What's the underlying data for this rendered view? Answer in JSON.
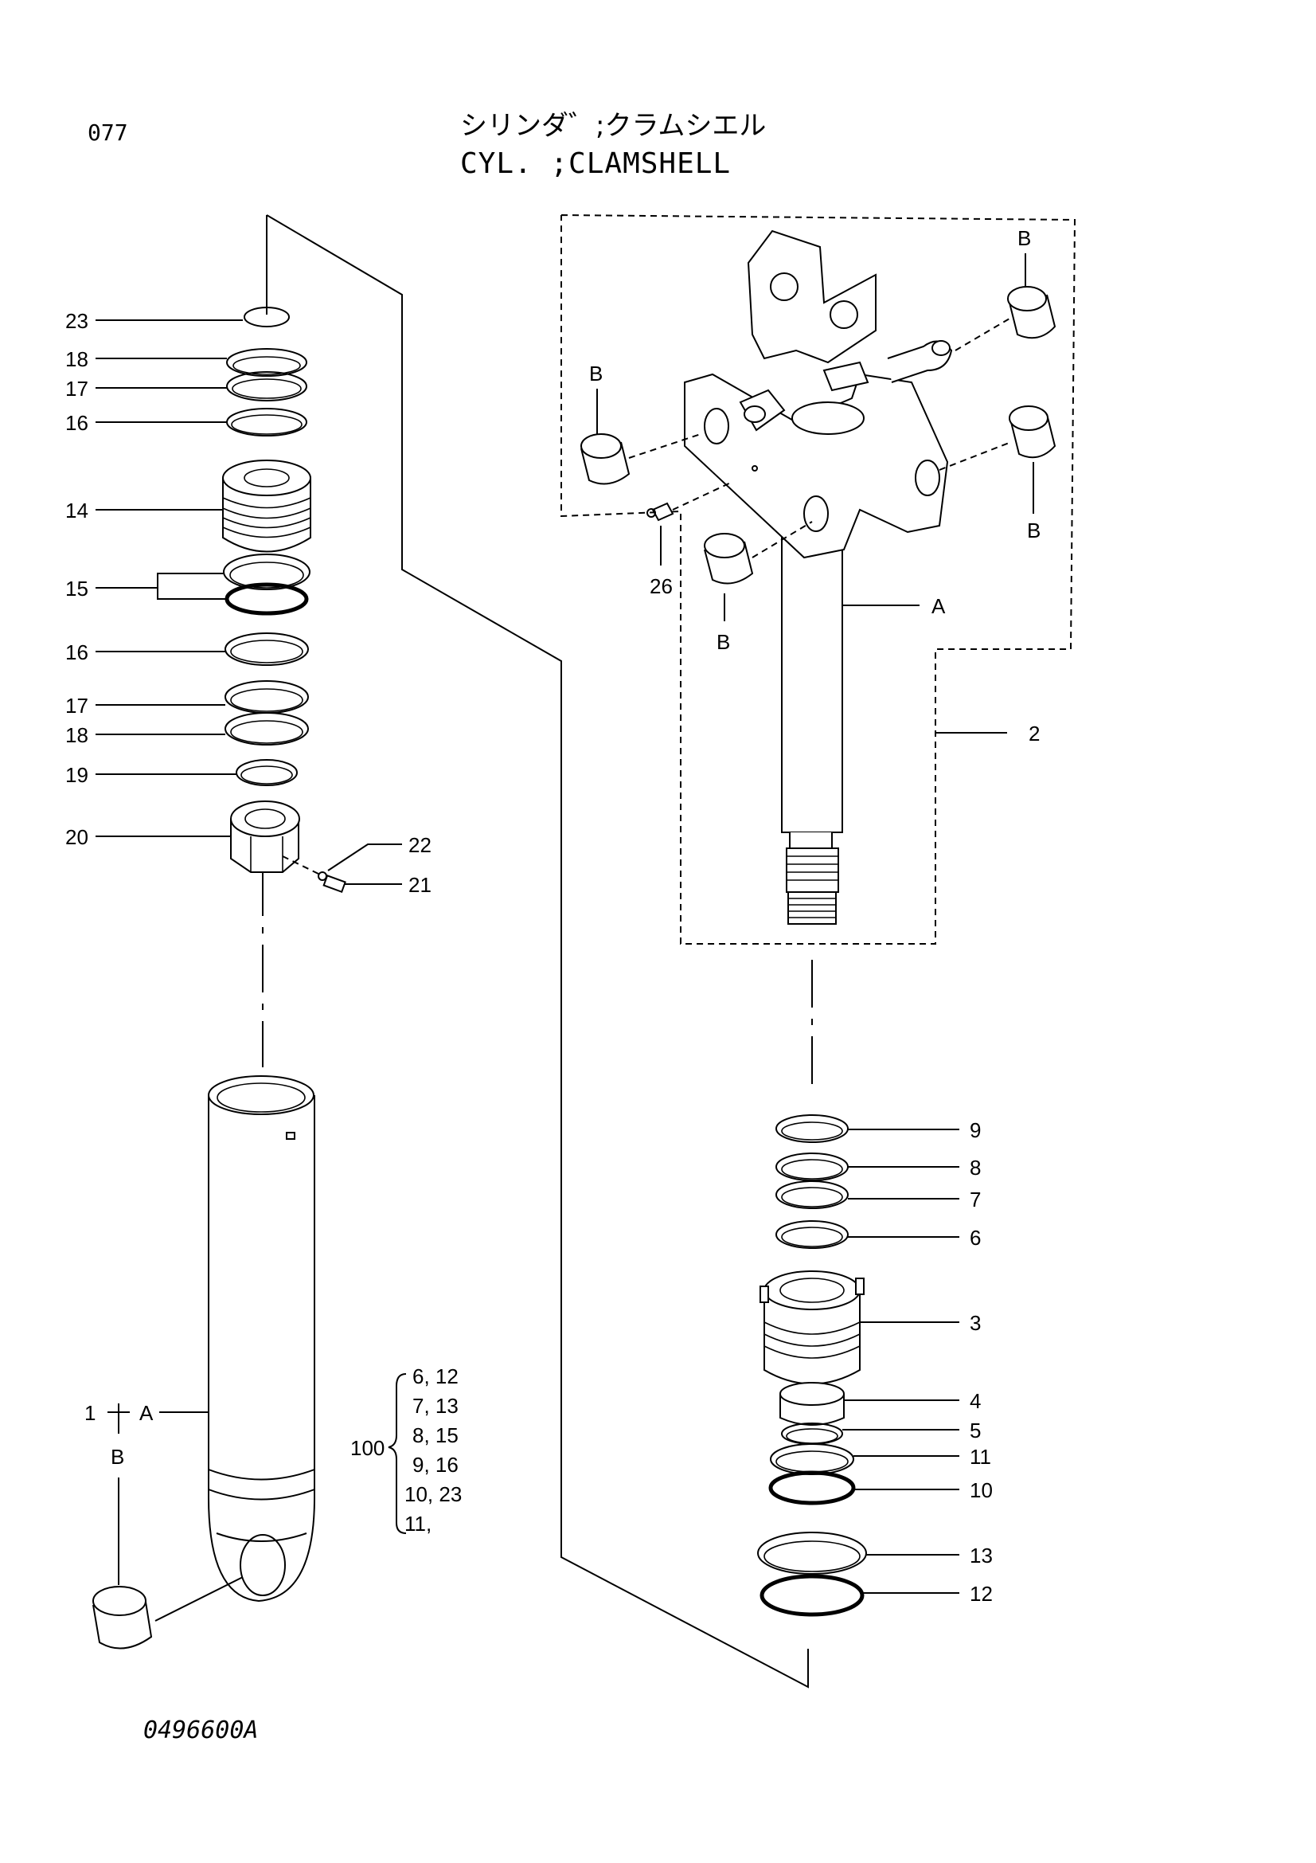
{
  "header": {
    "page_number": "077",
    "title_jp": "シリンダ゛;クラムシエル",
    "title_en": "CYL. ;CLAMSHELL"
  },
  "drawing_number": "0496600A",
  "callouts": {
    "left_23": "23",
    "left_18a": "18",
    "left_17a": "17",
    "left_16a": "16",
    "left_14": "14",
    "left_15": "15",
    "left_16b": "16",
    "left_17b": "17",
    "left_18b": "18",
    "left_19": "19",
    "left_20": "20",
    "left_22": "22",
    "left_21": "21",
    "tube_1": "1",
    "tube_A": "A",
    "tube_B": "B",
    "rod_B_top": "B",
    "rod_B_left": "B",
    "rod_B_right": "B",
    "rod_B_bottom": "B",
    "rod_26": "26",
    "rod_A": "A",
    "rod_2": "2",
    "r_9": "9",
    "r_8": "8",
    "r_7": "7",
    "r_6": "6",
    "r_3": "3",
    "r_4": "4",
    "r_5": "5",
    "r_11": "11",
    "r_10": "10",
    "r_13": "13",
    "r_12": "12"
  },
  "seal_kit": {
    "kit_number": "100",
    "rows": [
      "6, 12",
      "7, 13",
      "8, 15",
      "9, 16",
      "10, 23",
      "11,"
    ]
  }
}
